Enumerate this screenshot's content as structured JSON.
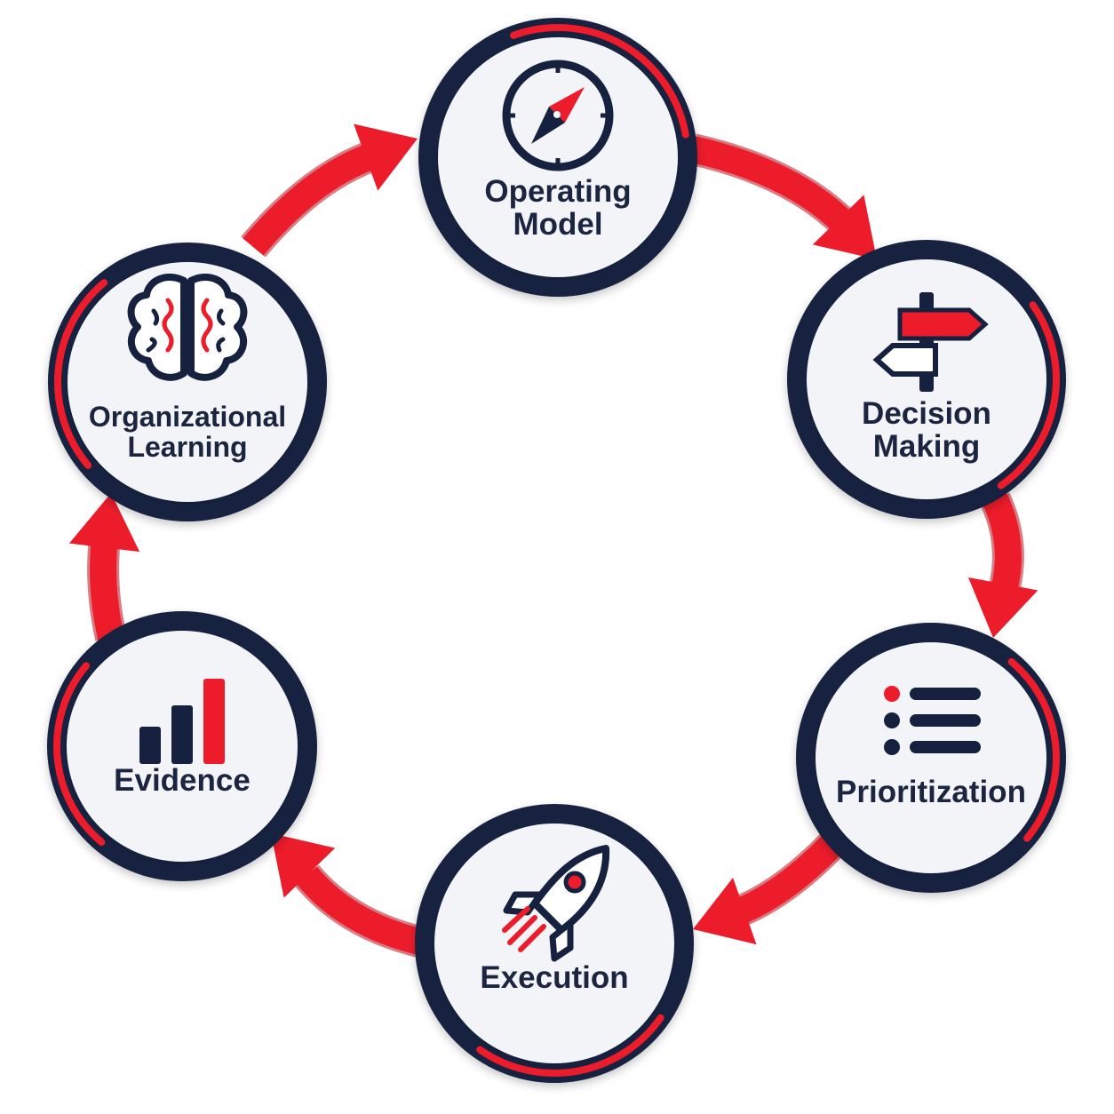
{
  "colors": {
    "navy": "#15213f",
    "red": "#ec1c2b",
    "face": "#f3f4f7",
    "white": "#ffffff"
  },
  "nodes": [
    {
      "id": "operating-model",
      "lines": [
        "Operating",
        "Model"
      ],
      "icon": "compass-icon"
    },
    {
      "id": "decision-making",
      "lines": [
        "Decision",
        "Making"
      ],
      "icon": "signpost-icon"
    },
    {
      "id": "prioritization",
      "lines": [
        "Prioritization"
      ],
      "icon": "list-icon"
    },
    {
      "id": "execution",
      "lines": [
        "Execution"
      ],
      "icon": "rocket-icon"
    },
    {
      "id": "evidence",
      "lines": [
        "Evidence"
      ],
      "icon": "bar-chart-icon"
    },
    {
      "id": "organizational-learning",
      "lines": [
        "Organizational",
        "Learning"
      ],
      "icon": "brain-icon"
    }
  ],
  "flow": [
    "operating-model",
    "decision-making",
    "prioritization",
    "execution",
    "evidence",
    "organizational-learning",
    "operating-model"
  ]
}
